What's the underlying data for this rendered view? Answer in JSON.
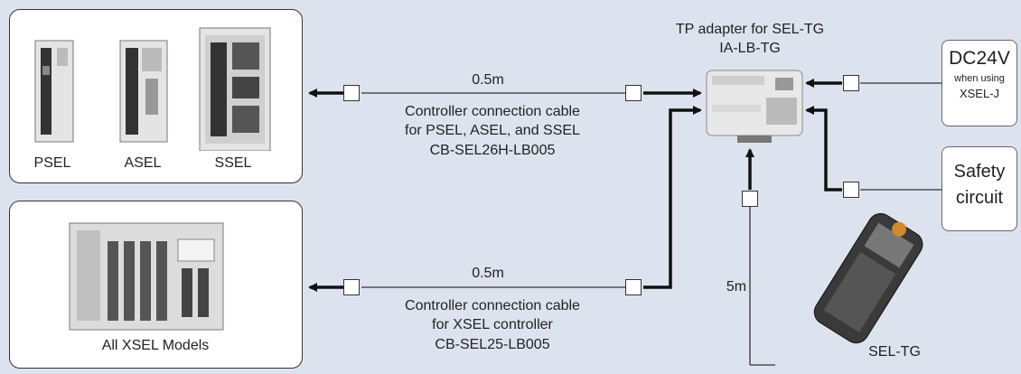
{
  "controllers_top": {
    "labels": [
      "PSEL",
      "ASEL",
      "SSEL"
    ]
  },
  "controllers_bottom": {
    "label": "All XSEL Models"
  },
  "cable_top": {
    "length": "0.5m",
    "line1": "Controller connection cable",
    "line2": "for PSEL, ASEL, and SSEL",
    "line3": "CB-SEL26H-LB005"
  },
  "cable_bottom": {
    "length": "0.5m",
    "line1": "Controller connection cable",
    "line2": "for XSEL controller",
    "line3": "CB-SEL25-LB005"
  },
  "adapter": {
    "title": "TP adapter for SEL-TG",
    "model": "IA-LB-TG"
  },
  "power": {
    "voltage": "DC24V",
    "note1": "when using",
    "note2": "XSEL-J"
  },
  "safety": {
    "line1": "Safety",
    "line2": "circuit"
  },
  "pendant": {
    "cable_length": "5m",
    "label": "SEL-TG"
  }
}
